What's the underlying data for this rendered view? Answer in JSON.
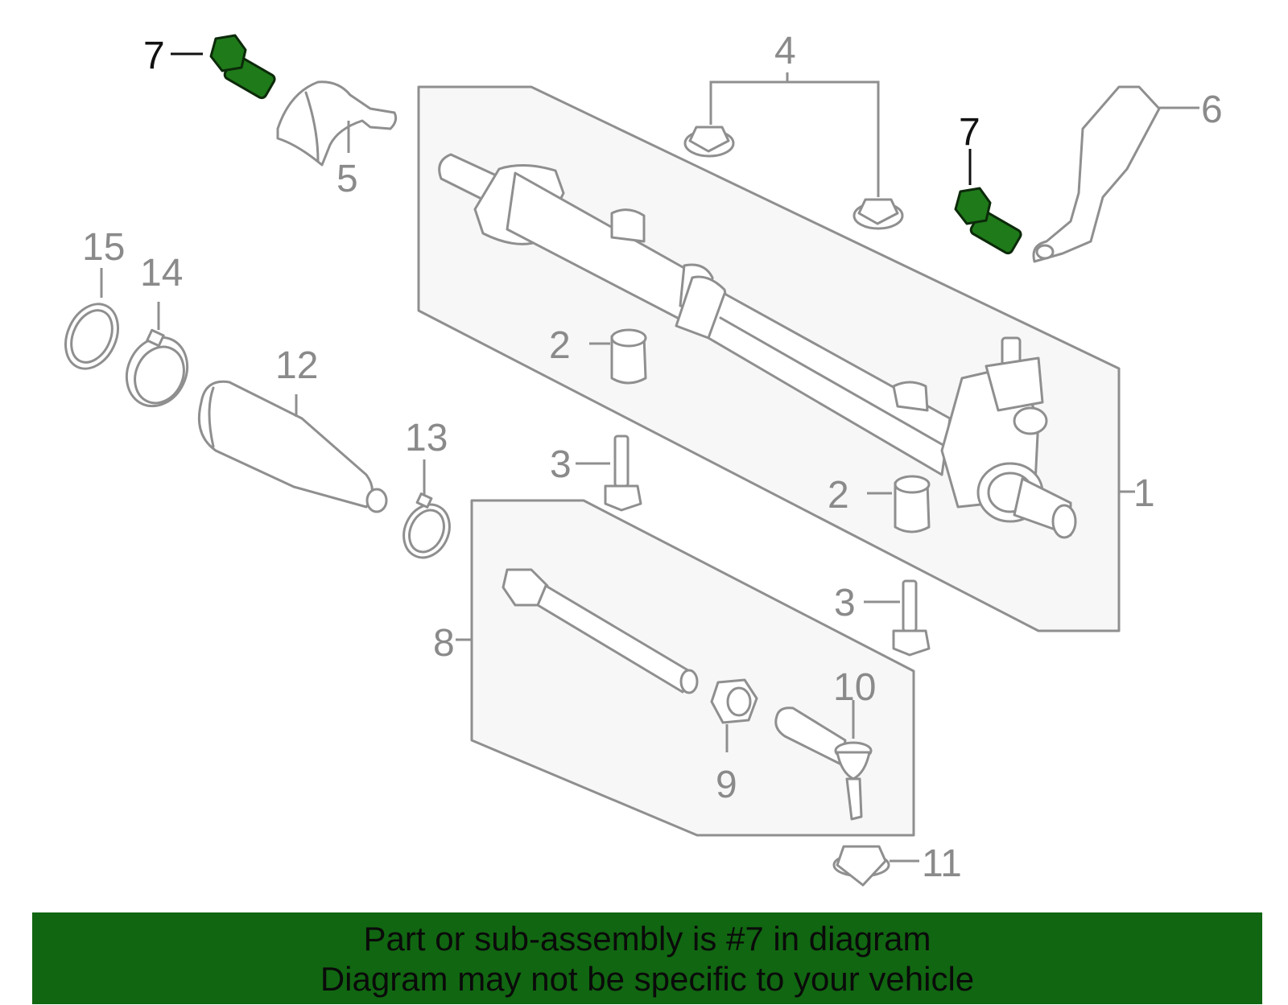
{
  "callouts": {
    "c1": "1",
    "c2a": "2",
    "c2b": "2",
    "c3a": "3",
    "c3b": "3",
    "c4": "4",
    "c5": "5",
    "c6": "6",
    "c7a": "7",
    "c7b": "7",
    "c8": "8",
    "c9": "9",
    "c10": "10",
    "c11": "11",
    "c12": "12",
    "c13": "13",
    "c14": "14",
    "c15": "15"
  },
  "highlight": {
    "part_number": "7",
    "color": "#1f7a1a"
  },
  "banner": {
    "line1": "Part or sub-assembly is #7 in diagram",
    "line2": "Diagram may not be specific to your vehicle",
    "background": "#116611"
  }
}
